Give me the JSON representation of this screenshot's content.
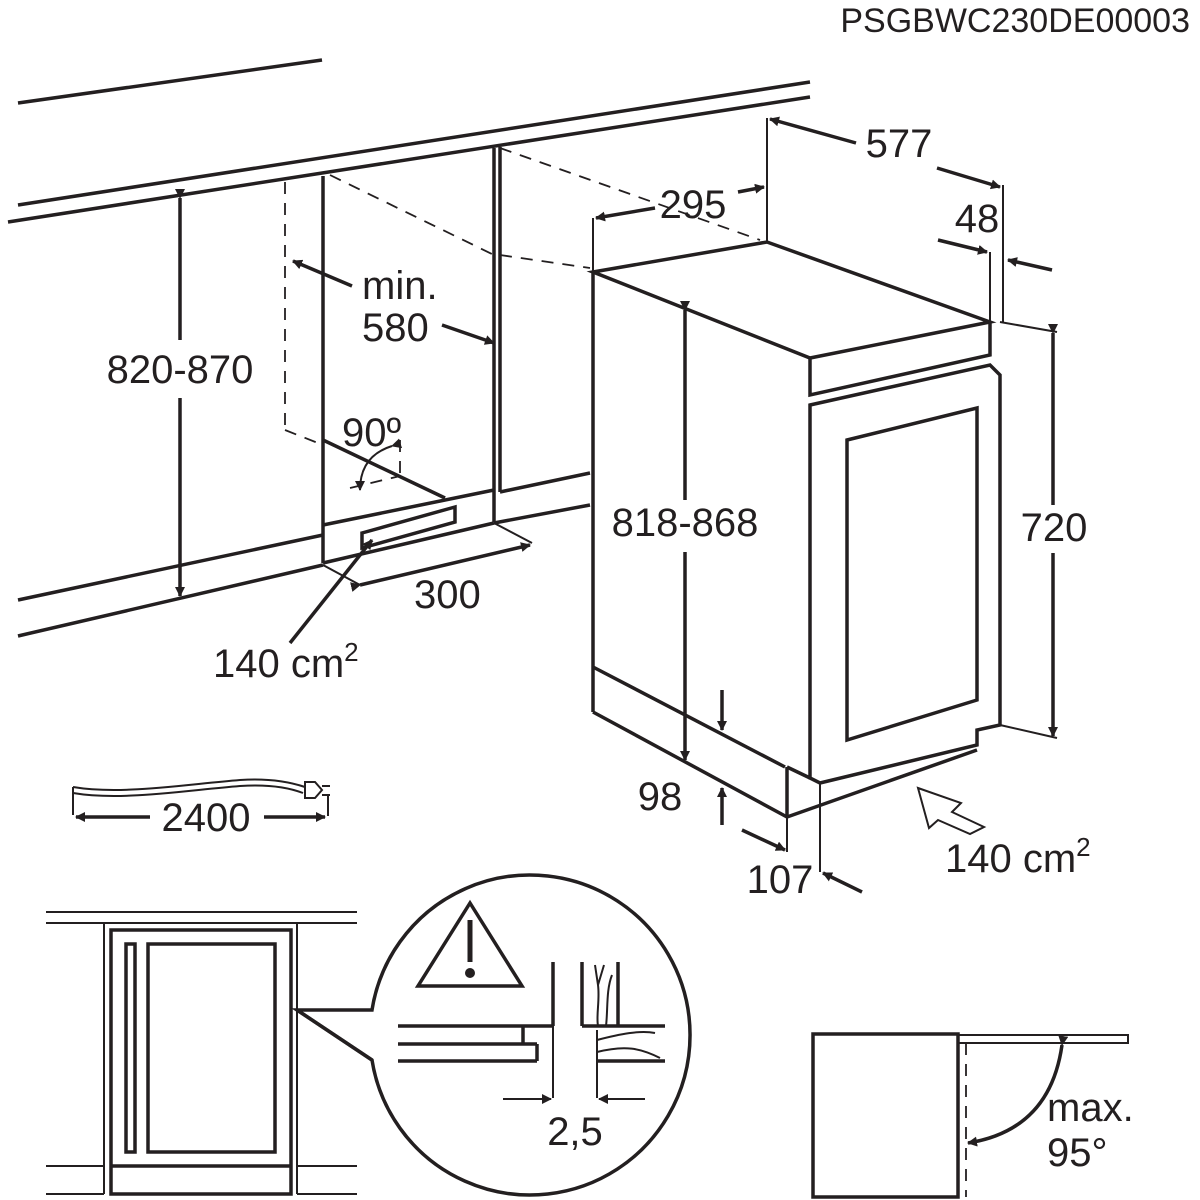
{
  "document_code": "PSGBWC230DE00003",
  "niche": {
    "height_range": "820-870",
    "min_depth_label_1": "min.",
    "min_depth_value": "580",
    "angle": "90º",
    "vent_opening": "140 cm",
    "vent_opening_sup": "2",
    "plinth_depth": "300"
  },
  "appliance": {
    "depth": "577",
    "width": "295",
    "door_offset": "48",
    "height_range": "818-868",
    "body_height": "720",
    "plinth_height": "98",
    "plinth_setback": "107",
    "vent_opening": "140 cm",
    "vent_opening_sup": "2"
  },
  "cable": {
    "length": "2400"
  },
  "detail": {
    "gap": "2,5"
  },
  "door_opening": {
    "label_1": "max.",
    "label_2": "95°"
  }
}
